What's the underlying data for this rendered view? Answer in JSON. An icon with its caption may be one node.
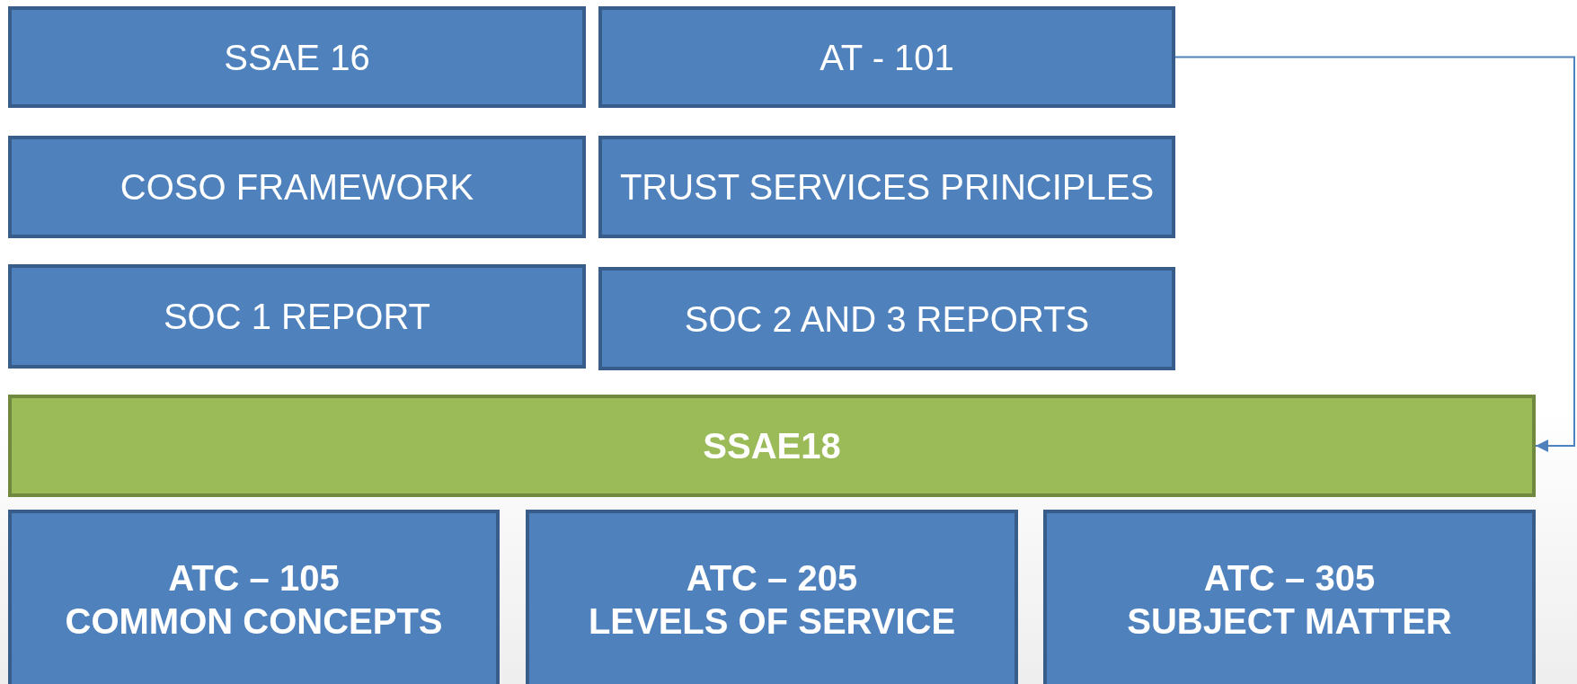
{
  "diagram": {
    "nodes": [
      {
        "text": [
          "SSAE 16"
        ]
      },
      {
        "text": [
          "AT - 101"
        ]
      },
      {
        "text": [
          "COSO FRAMEWORK"
        ]
      },
      {
        "text": [
          "TRUST SERVICES PRINCIPLES"
        ]
      },
      {
        "text": [
          "SOC 1 REPORT"
        ]
      },
      {
        "text": [
          "SOC 2 AND 3 REPORTS"
        ]
      },
      {
        "text": [
          "SSAE18"
        ]
      },
      {
        "text": [
          "ATC – 105",
          "COMMON CONCEPTS"
        ]
      },
      {
        "text": [
          "ATC – 205",
          "LEVELS OF SERVICE"
        ]
      },
      {
        "text": [
          "ATC – 305",
          "SUBJECT MATTER"
        ]
      }
    ],
    "edges": [
      {
        "from": 1,
        "to": 6,
        "arrow": "to"
      }
    ]
  }
}
